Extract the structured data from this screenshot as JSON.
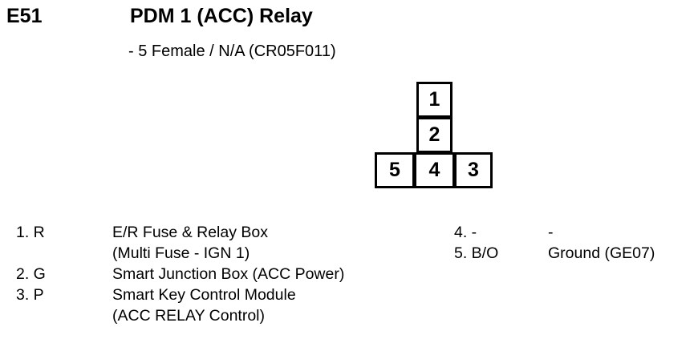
{
  "header": {
    "connector_code": "E51",
    "title": "PDM 1 (ACC) Relay",
    "subtitle": "-  5 Female / N/A (CR05F011)"
  },
  "pin_diagram": {
    "cells": [
      {
        "number": "1"
      },
      {
        "number": "2"
      },
      {
        "number": "5"
      },
      {
        "number": "4"
      },
      {
        "number": "3"
      }
    ]
  },
  "pin_list": {
    "left_column": [
      {
        "label": "1. R",
        "description": "E/R Fuse & Relay Box",
        "continuation": "(Multi Fuse - IGN 1)"
      },
      {
        "label": "2. G",
        "description": "Smart Junction Box (ACC Power)",
        "continuation": ""
      },
      {
        "label": "3. P",
        "description": "Smart Key Control Module",
        "continuation": "(ACC RELAY Control)"
      }
    ],
    "right_column": [
      {
        "label": "4. -",
        "description": "-",
        "continuation": ""
      },
      {
        "label": "5. B/O",
        "description": "Ground (GE07)",
        "continuation": ""
      }
    ]
  },
  "colors": {
    "ink": "#000000",
    "paper": "#ffffff"
  }
}
